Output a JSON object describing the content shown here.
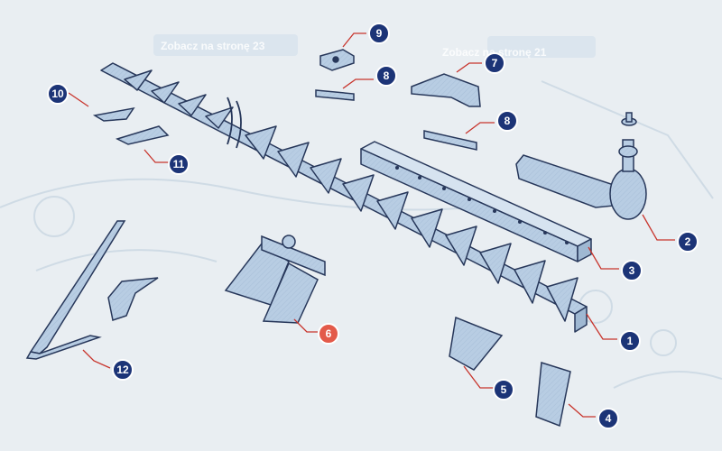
{
  "colors": {
    "background": "#e9eef2",
    "part_fill": "#b8cde3",
    "part_stroke": "#27375a",
    "callout_navy": "#1c3477",
    "callout_highlight": "#e35a4a",
    "leader": "#c8342c"
  },
  "background_text": {
    "ref_left": "Zobacz na stronę 23",
    "ref_right": "Zobacz na stronę 21"
  },
  "callouts": [
    {
      "id": "c9",
      "label": "9",
      "highlight": false
    },
    {
      "id": "c8a",
      "label": "8",
      "highlight": false
    },
    {
      "id": "c7",
      "label": "7",
      "highlight": false
    },
    {
      "id": "c8b",
      "label": "8",
      "highlight": false
    },
    {
      "id": "c10",
      "label": "10",
      "highlight": false
    },
    {
      "id": "c11",
      "label": "11",
      "highlight": false
    },
    {
      "id": "c2",
      "label": "2",
      "highlight": false
    },
    {
      "id": "c3",
      "label": "3",
      "highlight": false
    },
    {
      "id": "c1",
      "label": "1",
      "highlight": false
    },
    {
      "id": "c6",
      "label": "6",
      "highlight": true
    },
    {
      "id": "c5",
      "label": "5",
      "highlight": false
    },
    {
      "id": "c4",
      "label": "4",
      "highlight": false
    },
    {
      "id": "c12",
      "label": "12",
      "highlight": false
    }
  ]
}
